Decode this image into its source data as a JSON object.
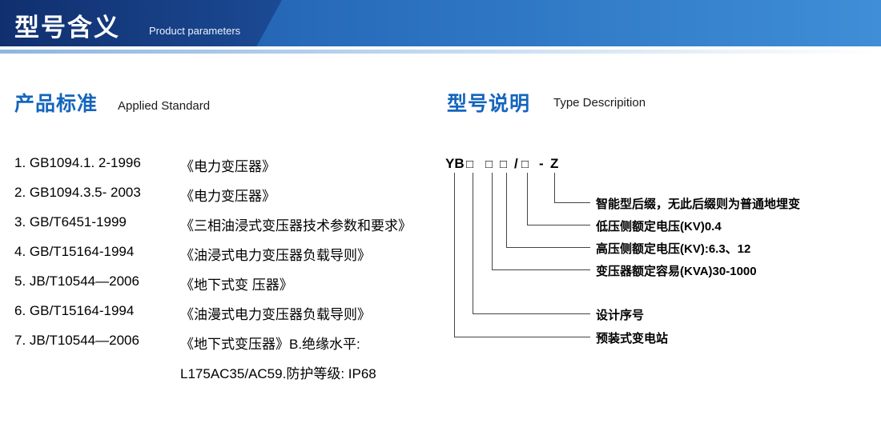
{
  "header": {
    "title": "型号含义",
    "subtitle": "Product parameters"
  },
  "left": {
    "title": "产品标准",
    "subtitle": "Applied Standard",
    "items": [
      {
        "code": "1. GB1094.1. 2-1996",
        "desc": "《电力变压器》"
      },
      {
        "code": "2. GB1094.3.5- 2003",
        "desc": "《电力变压器》"
      },
      {
        "code": "3. GB/T6451-1999",
        "desc": "《三相油浸式变压器技术参数和要求》"
      },
      {
        "code": "4. GB/T15164-1994",
        "desc": "《油浸式电力变压器负载导则》"
      },
      {
        "code": "5. JB/T10544—2006",
        "desc": "《地下式变 压器》"
      },
      {
        "code": "6. GB/T15164-1994",
        "desc": "《油漫式电力变压器负载导则》"
      },
      {
        "code": "7. JB/T10544—2006",
        "desc": "《地下式变压器》B.绝缘水平:"
      }
    ],
    "continuation": "L175AC35/AC59.防护等级: IP68"
  },
  "right": {
    "title": "型号说明",
    "subtitle": "Type Descripition",
    "model": {
      "prefix": "YB",
      "box": "□",
      "slash": "/",
      "dash": "-",
      "suffix": "Z"
    },
    "labels": [
      "智能型后缀，无此后缀则为普通地埋变",
      "低压侧额定电压(KV)0.4",
      "高压侧额定电压(KV):6.3、12",
      "变压器额定容易(KVA)30-1000",
      "设计序号",
      "预装式变电站"
    ]
  },
  "colors": {
    "banner_dark": "#102f6e",
    "banner_light": "#3f8ed6",
    "section_title_blue": "#1565bd",
    "line": "#444444"
  }
}
